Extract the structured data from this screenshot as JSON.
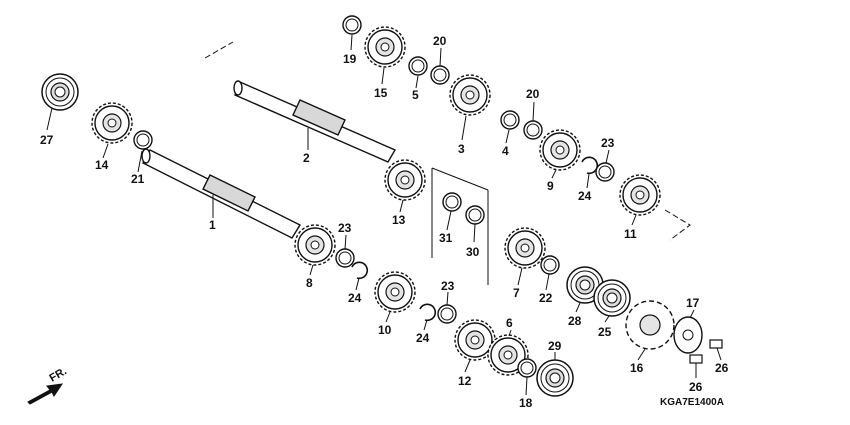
{
  "diagram": {
    "reference_code": "KGA7E1400A",
    "front_arrow_label": "FR.",
    "parts": [
      {
        "id": "p1",
        "label": "1"
      },
      {
        "id": "p2",
        "label": "2"
      },
      {
        "id": "p3",
        "label": "3"
      },
      {
        "id": "p4",
        "label": "4"
      },
      {
        "id": "p5",
        "label": "5"
      },
      {
        "id": "p6",
        "label": "6"
      },
      {
        "id": "p7",
        "label": "7"
      },
      {
        "id": "p8",
        "label": "8"
      },
      {
        "id": "p9",
        "label": "9"
      },
      {
        "id": "p10",
        "label": "10"
      },
      {
        "id": "p11",
        "label": "11"
      },
      {
        "id": "p12",
        "label": "12"
      },
      {
        "id": "p13",
        "label": "13"
      },
      {
        "id": "p14",
        "label": "14"
      },
      {
        "id": "p15",
        "label": "15"
      },
      {
        "id": "p16",
        "label": "16"
      },
      {
        "id": "p17",
        "label": "17"
      },
      {
        "id": "p18",
        "label": "18"
      },
      {
        "id": "p19",
        "label": "19"
      },
      {
        "id": "p20a",
        "label": "20"
      },
      {
        "id": "p20b",
        "label": "20"
      },
      {
        "id": "p21",
        "label": "21"
      },
      {
        "id": "p22",
        "label": "22"
      },
      {
        "id": "p23a",
        "label": "23"
      },
      {
        "id": "p23b",
        "label": "23"
      },
      {
        "id": "p23c",
        "label": "23"
      },
      {
        "id": "p24a",
        "label": "24"
      },
      {
        "id": "p24b",
        "label": "24"
      },
      {
        "id": "p24c",
        "label": "24"
      },
      {
        "id": "p25",
        "label": "25"
      },
      {
        "id": "p26a",
        "label": "26"
      },
      {
        "id": "p26b",
        "label": "26"
      },
      {
        "id": "p27",
        "label": "27"
      },
      {
        "id": "p28",
        "label": "28"
      },
      {
        "id": "p29",
        "label": "29"
      },
      {
        "id": "p30",
        "label": "30"
      },
      {
        "id": "p31",
        "label": "31"
      }
    ]
  }
}
